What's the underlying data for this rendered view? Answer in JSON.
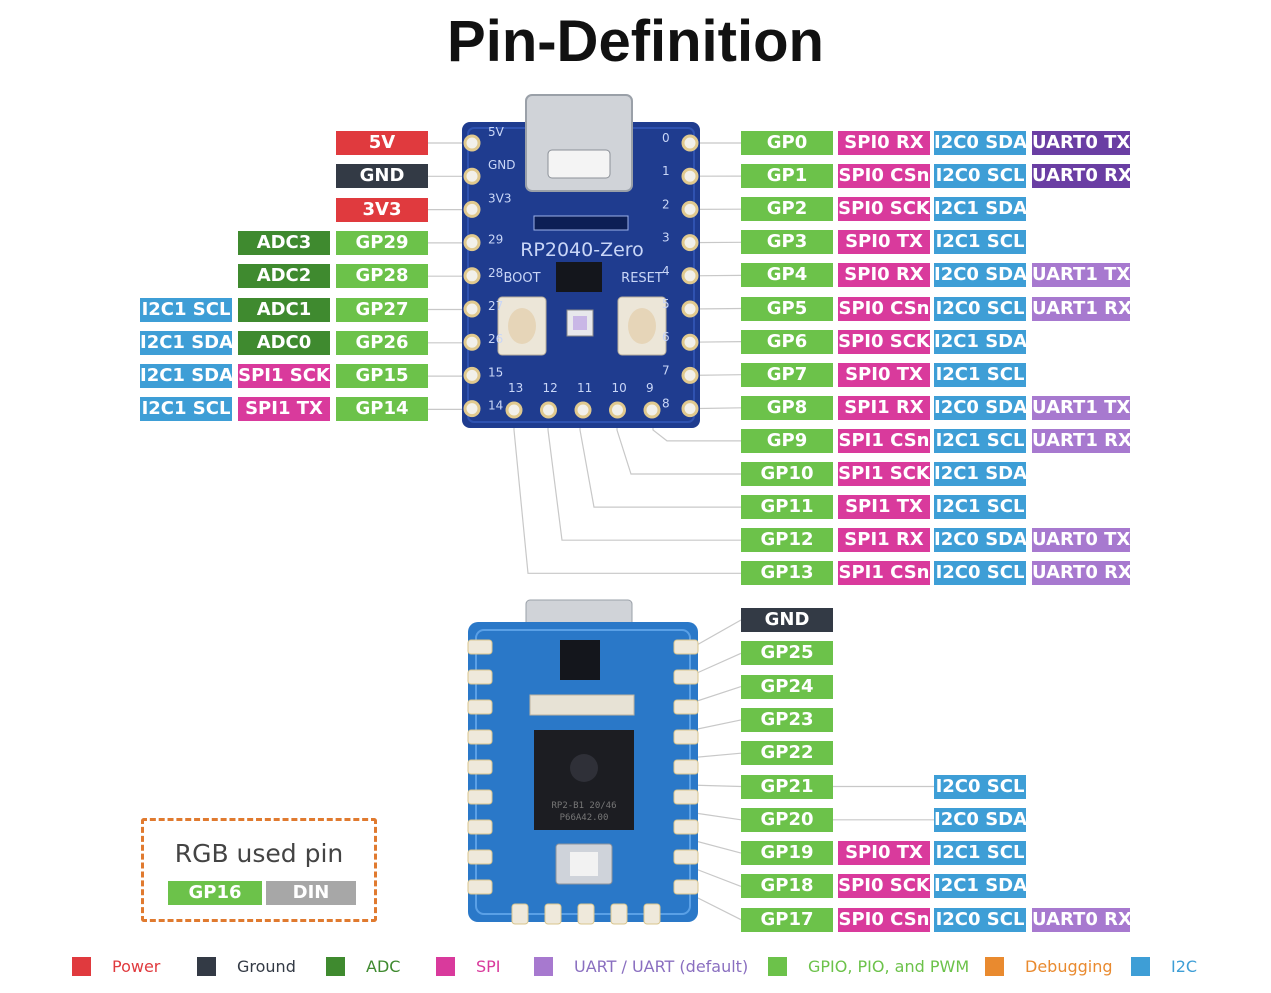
{
  "title": "Pin-Definition",
  "board_top": {
    "chip_label": "RP2040-Zero",
    "boot_label": "BOOT",
    "reset_label": "RESET",
    "silk": {
      "left": [
        "5V",
        "GND",
        "3V3",
        "29",
        "28",
        "27",
        "26",
        "15",
        "14"
      ],
      "right": [
        "0",
        "1",
        "2",
        "3",
        "4",
        "5",
        "6",
        "7",
        "8"
      ],
      "bottom": [
        "13",
        "12",
        "11",
        "10",
        "9"
      ]
    }
  },
  "board_bottom": {
    "chip_lines": [
      "RP2-B1  20/46",
      "P66A42.00"
    ]
  },
  "left_pins": [
    {
      "labels": [
        {
          "text": "5V",
          "cls": "c-power"
        }
      ]
    },
    {
      "labels": [
        {
          "text": "GND",
          "cls": "c-ground"
        }
      ]
    },
    {
      "labels": [
        {
          "text": "3V3",
          "cls": "c-power"
        }
      ]
    },
    {
      "labels": [
        {
          "text": "GP29",
          "cls": "c-gpio"
        },
        {
          "text": "ADC3",
          "cls": "c-adc"
        }
      ]
    },
    {
      "labels": [
        {
          "text": "GP28",
          "cls": "c-gpio"
        },
        {
          "text": "ADC2",
          "cls": "c-adc"
        }
      ]
    },
    {
      "labels": [
        {
          "text": "GP27",
          "cls": "c-gpio"
        },
        {
          "text": "ADC1",
          "cls": "c-adc"
        },
        {
          "text": "I2C1 SCL",
          "cls": "c-i2c"
        }
      ]
    },
    {
      "labels": [
        {
          "text": "GP26",
          "cls": "c-gpio"
        },
        {
          "text": "ADC0",
          "cls": "c-adc"
        },
        {
          "text": "I2C1 SDA",
          "cls": "c-i2c"
        }
      ]
    },
    {
      "labels": [
        {
          "text": "GP15",
          "cls": "c-gpio"
        },
        {
          "text": "SPI1 SCK",
          "cls": "c-spi"
        },
        {
          "text": "I2C1 SDA",
          "cls": "c-i2c"
        }
      ]
    },
    {
      "labels": [
        {
          "text": "GP14",
          "cls": "c-gpio"
        },
        {
          "text": "SPI1 TX",
          "cls": "c-spi"
        },
        {
          "text": "I2C1 SCL",
          "cls": "c-i2c"
        }
      ]
    }
  ],
  "right_pins": [
    {
      "labels": [
        {
          "text": "GP0",
          "cls": "c-gpio"
        },
        {
          "text": "SPI0 RX",
          "cls": "c-spi"
        },
        {
          "text": "I2C0 SDA",
          "cls": "c-i2c"
        },
        {
          "text": "UART0 TX",
          "cls": "c-uartd"
        }
      ]
    },
    {
      "labels": [
        {
          "text": "GP1",
          "cls": "c-gpio"
        },
        {
          "text": "SPI0 CSn",
          "cls": "c-spi"
        },
        {
          "text": "I2C0 SCL",
          "cls": "c-i2c"
        },
        {
          "text": "UART0 RX",
          "cls": "c-uartd"
        }
      ]
    },
    {
      "labels": [
        {
          "text": "GP2",
          "cls": "c-gpio"
        },
        {
          "text": "SPI0 SCK",
          "cls": "c-spi"
        },
        {
          "text": "I2C1 SDA",
          "cls": "c-i2c"
        }
      ]
    },
    {
      "labels": [
        {
          "text": "GP3",
          "cls": "c-gpio"
        },
        {
          "text": "SPI0 TX",
          "cls": "c-spi"
        },
        {
          "text": "I2C1 SCL",
          "cls": "c-i2c"
        }
      ]
    },
    {
      "labels": [
        {
          "text": "GP4",
          "cls": "c-gpio"
        },
        {
          "text": "SPI0 RX",
          "cls": "c-spi"
        },
        {
          "text": "I2C0 SDA",
          "cls": "c-i2c"
        },
        {
          "text": "UART1 TX",
          "cls": "c-uart"
        }
      ]
    },
    {
      "labels": [
        {
          "text": "GP5",
          "cls": "c-gpio"
        },
        {
          "text": "SPI0 CSn",
          "cls": "c-spi"
        },
        {
          "text": "I2C0 SCL",
          "cls": "c-i2c"
        },
        {
          "text": "UART1 RX",
          "cls": "c-uart"
        }
      ]
    },
    {
      "labels": [
        {
          "text": "GP6",
          "cls": "c-gpio"
        },
        {
          "text": "SPI0 SCK",
          "cls": "c-spi"
        },
        {
          "text": "I2C1 SDA",
          "cls": "c-i2c"
        }
      ]
    },
    {
      "labels": [
        {
          "text": "GP7",
          "cls": "c-gpio"
        },
        {
          "text": "SPI0 TX",
          "cls": "c-spi"
        },
        {
          "text": "I2C1 SCL",
          "cls": "c-i2c"
        }
      ]
    },
    {
      "labels": [
        {
          "text": "GP8",
          "cls": "c-gpio"
        },
        {
          "text": "SPI1 RX",
          "cls": "c-spi"
        },
        {
          "text": "I2C0 SDA",
          "cls": "c-i2c"
        },
        {
          "text": "UART1 TX",
          "cls": "c-uart"
        }
      ]
    },
    {
      "labels": [
        {
          "text": "GP9",
          "cls": "c-gpio"
        },
        {
          "text": "SPI1 CSn",
          "cls": "c-spi"
        },
        {
          "text": "I2C1 SCL",
          "cls": "c-i2c"
        },
        {
          "text": "UART1 RX",
          "cls": "c-uart"
        }
      ]
    },
    {
      "labels": [
        {
          "text": "GP10",
          "cls": "c-gpio"
        },
        {
          "text": "SPI1 SCK",
          "cls": "c-spi"
        },
        {
          "text": "I2C1 SDA",
          "cls": "c-i2c"
        }
      ]
    },
    {
      "labels": [
        {
          "text": "GP11",
          "cls": "c-gpio"
        },
        {
          "text": "SPI1 TX",
          "cls": "c-spi"
        },
        {
          "text": "I2C1 SCL",
          "cls": "c-i2c"
        }
      ]
    },
    {
      "labels": [
        {
          "text": "GP12",
          "cls": "c-gpio"
        },
        {
          "text": "SPI1 RX",
          "cls": "c-spi"
        },
        {
          "text": "I2C0 SDA",
          "cls": "c-i2c"
        },
        {
          "text": "UART0 TX",
          "cls": "c-uart"
        }
      ]
    },
    {
      "labels": [
        {
          "text": "GP13",
          "cls": "c-gpio"
        },
        {
          "text": "SPI1 CSn",
          "cls": "c-spi"
        },
        {
          "text": "I2C0 SCL",
          "cls": "c-i2c"
        },
        {
          "text": "UART0 RX",
          "cls": "c-uart"
        }
      ]
    }
  ],
  "bottom_pins": [
    {
      "labels": [
        {
          "text": "GND",
          "cls": "c-ground"
        }
      ]
    },
    {
      "labels": [
        {
          "text": "GP25",
          "cls": "c-gpio"
        }
      ]
    },
    {
      "labels": [
        {
          "text": "GP24",
          "cls": "c-gpio"
        }
      ]
    },
    {
      "labels": [
        {
          "text": "GP23",
          "cls": "c-gpio"
        }
      ]
    },
    {
      "labels": [
        {
          "text": "GP22",
          "cls": "c-gpio"
        }
      ]
    },
    {
      "labels": [
        {
          "text": "GP21",
          "cls": "c-gpio"
        },
        {
          "text": "",
          "cls": ""
        },
        {
          "text": "I2C0 SCL",
          "cls": "c-i2c"
        }
      ]
    },
    {
      "labels": [
        {
          "text": "GP20",
          "cls": "c-gpio"
        },
        {
          "text": "",
          "cls": ""
        },
        {
          "text": "I2C0 SDA",
          "cls": "c-i2c"
        }
      ]
    },
    {
      "labels": [
        {
          "text": "GP19",
          "cls": "c-gpio"
        },
        {
          "text": "SPI0 TX",
          "cls": "c-spi"
        },
        {
          "text": "I2C1 SCL",
          "cls": "c-i2c"
        }
      ]
    },
    {
      "labels": [
        {
          "text": "GP18",
          "cls": "c-gpio"
        },
        {
          "text": "SPI0 SCK",
          "cls": "c-spi"
        },
        {
          "text": "I2C1 SDA",
          "cls": "c-i2c"
        }
      ]
    },
    {
      "labels": [
        {
          "text": "GP17",
          "cls": "c-gpio"
        },
        {
          "text": "SPI0 CSn",
          "cls": "c-spi"
        },
        {
          "text": "I2C0 SCL",
          "cls": "c-i2c"
        },
        {
          "text": "UART0 RX",
          "cls": "c-uart"
        }
      ]
    }
  ],
  "rgb": {
    "title": "RGB used pin",
    "pin": "GP16",
    "signal": "DIN"
  },
  "legend": [
    {
      "name": "Power",
      "color": "#e03a3e",
      "text_color": "#e03a3e"
    },
    {
      "name": "Ground",
      "color": "#333a45",
      "text_color": "#333a45"
    },
    {
      "name": "ADC",
      "color": "#3f8a2f",
      "text_color": "#3f8a2f"
    },
    {
      "name": "SPI",
      "color": "#d93a9c",
      "text_color": "#d93a9c"
    },
    {
      "name": "UART / UART (default)",
      "color": "#a779cf",
      "text_color": "#8a6fc0"
    },
    {
      "name": "GPIO, PIO, and PWM",
      "color": "#6cc24a",
      "text_color": "#6cc24a"
    },
    {
      "name": "Debugging",
      "color": "#e98a2f",
      "text_color": "#e98a2f"
    },
    {
      "name": "I2C",
      "color": "#3e9ed6",
      "text_color": "#3e9ed6"
    }
  ]
}
